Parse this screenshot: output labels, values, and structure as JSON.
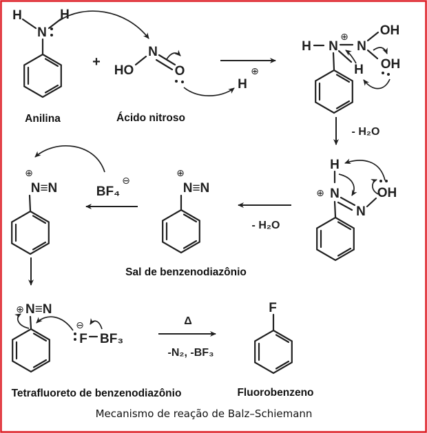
{
  "colors": {
    "border": "#dd1f26",
    "ink": "#1f1f1f"
  },
  "molecules": {
    "anilina": {
      "h_left": "H",
      "h_right": "H",
      "n": "N",
      "label": "Anilina"
    },
    "nitroso": {
      "ho": "HO",
      "n": "N",
      "o": "O",
      "label": "Ácido nitroso"
    },
    "proton": {
      "h": "H",
      "charge": "⊕"
    },
    "intermediate1": {
      "h_left": "H",
      "charge": "⊕",
      "n1": "N",
      "n2": "N",
      "oh_top": "OH",
      "oh_bottom": "OH",
      "h_mid": "H"
    },
    "intermediate2": {
      "h_top": "H",
      "charge": "⊕",
      "n1": "N",
      "n2": "N",
      "oh": "OH"
    },
    "diazonium": {
      "charge": "⊕",
      "nn": "N≡N",
      "label": "Sal de benzenodiazônio"
    },
    "bf4": {
      "formula": "BF₄",
      "charge": "⊖"
    },
    "diazonium_left": {
      "charge": "⊕",
      "nn": "N≡N"
    },
    "tetrafluoroborate": {
      "charge_plus": "⊕",
      "nn": "N≡N",
      "charge_minus": "⊖",
      "f": "F",
      "bf3": "BF₃",
      "label": "Tetrafluoreto de benzenodiazônio"
    },
    "fluorobenzeno": {
      "f": "F",
      "label": "Fluorobenzeno"
    }
  },
  "operators": {
    "plus": "+"
  },
  "arrows": {
    "step2_loss": "- H₂O",
    "step3_loss": "- H₂O",
    "final_delta": "Δ",
    "final_conditions": "-N₂, -BF₃"
  },
  "caption": "Mecanismo de reação de Balz–Schiemann"
}
